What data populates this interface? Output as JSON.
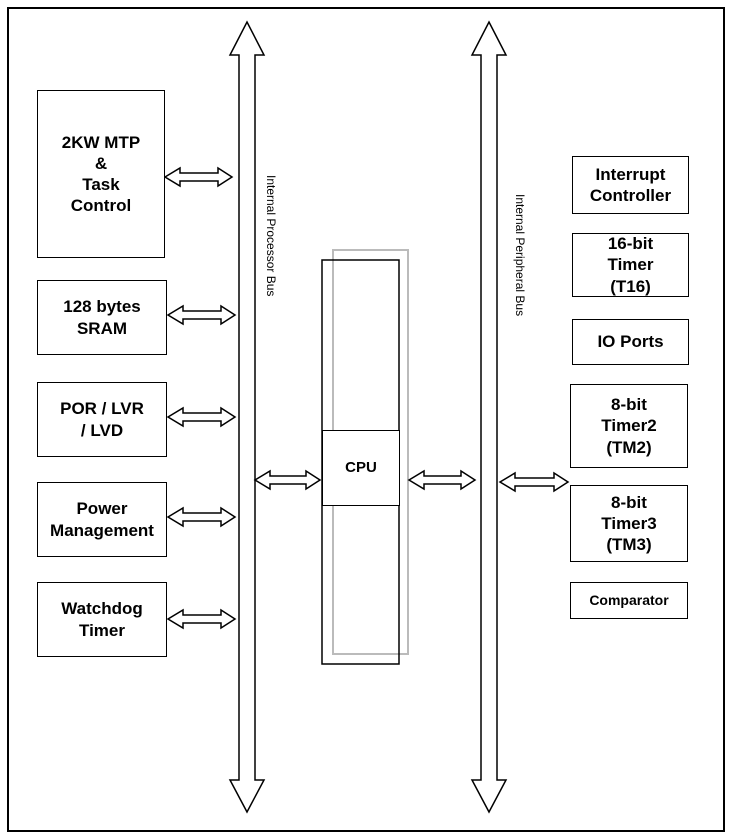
{
  "blocks_left": [
    {
      "id": "mtp",
      "label": "2KW MTP\n&\nTask\nControl"
    },
    {
      "id": "sram",
      "label": "128 bytes\nSRAM"
    },
    {
      "id": "por",
      "label": "POR / LVR\n/ LVD"
    },
    {
      "id": "power",
      "label": "Power\nManagement"
    },
    {
      "id": "wdt",
      "label": "Watchdog\nTimer"
    }
  ],
  "blocks_right": [
    {
      "id": "intc",
      "label": "Interrupt\nController"
    },
    {
      "id": "t16",
      "label": "16-bit\nTimer\n(T16)"
    },
    {
      "id": "io",
      "label": "IO Ports"
    },
    {
      "id": "tm2",
      "label": "8-bit\nTimer2\n(TM2)"
    },
    {
      "id": "tm3",
      "label": "8-bit\nTimer3\n(TM3)"
    },
    {
      "id": "comp",
      "label": "Comparator"
    }
  ],
  "cpu": {
    "label": "CPU"
  },
  "buses": {
    "processor": "Internal Processor Bus",
    "peripheral": "Internal Peripheral Bus"
  },
  "colors": {
    "line": "#000000",
    "shadow": "#bbbbbb",
    "background": "#ffffff"
  }
}
